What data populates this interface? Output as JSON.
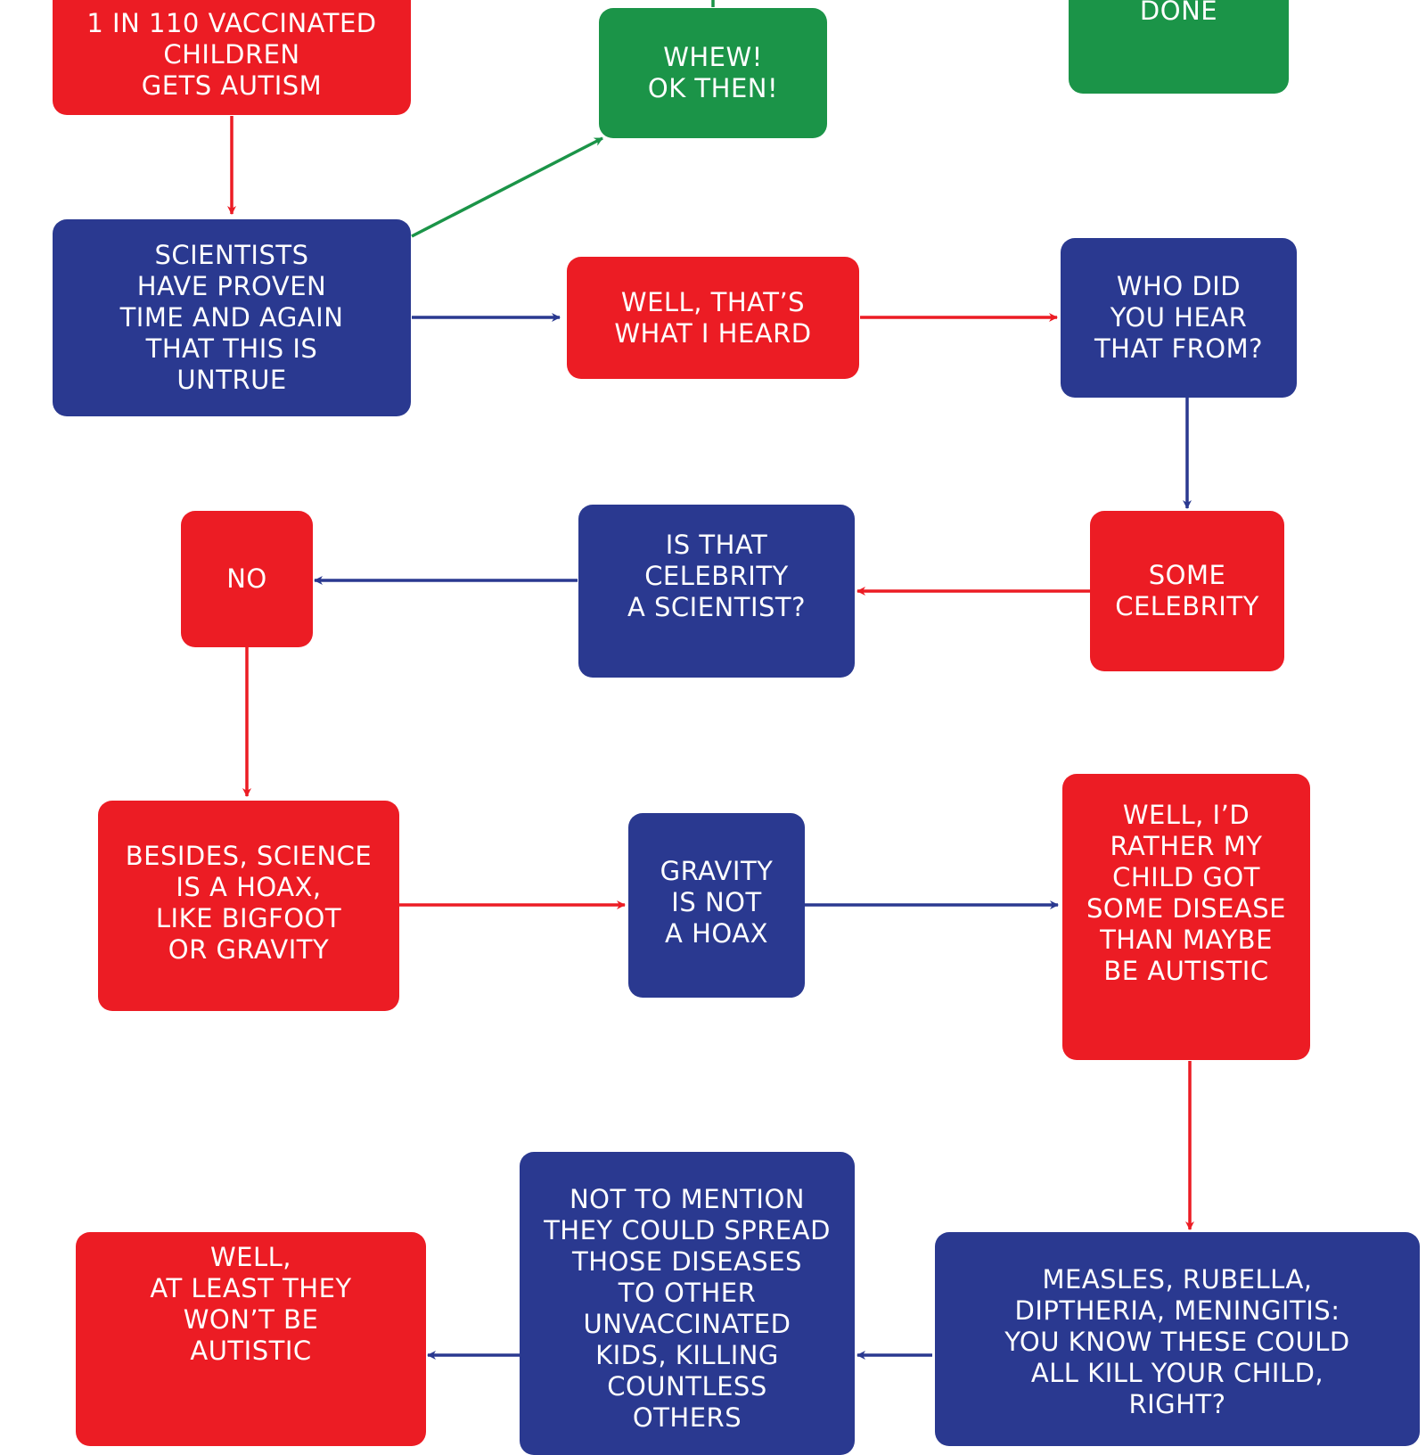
{
  "colors": {
    "red": "#ec1c24",
    "blue": "#2a3990",
    "green": "#1b9448"
  },
  "nodes": {
    "vaccinated": "1 IN 110 VACCINATED\nCHILDREN\nGETS AUTISM",
    "whew": "WHEW!\nOK THEN!",
    "done": "DONE",
    "scientists": "SCIENTISTS\nHAVE PROVEN\nTIME AND AGAIN\nTHAT THIS IS\nUNTRUE",
    "heard": "WELL, THAT’S\nWHAT I HEARD",
    "who": "WHO DID\nYOU HEAR\nTHAT FROM?",
    "no": "NO",
    "is_scientist": "IS THAT\nCELEBRITY\nA SCIENTIST?",
    "celebrity": "SOME\nCELEBRITY",
    "besides": "BESIDES, SCIENCE\nIS A HOAX,\nLIKE BIGFOOT\nOR GRAVITY",
    "gravity": "GRAVITY\nIS NOT\nA HOAX",
    "rather": "WELL, I’D\nRATHER MY\nCHILD GOT\nSOME DISEASE\nTHAN MAYBE\nBE AUTISTIC",
    "at_least": "WELL,\nAT LEAST THEY\nWON’T BE\nAUTISTIC",
    "mention": "NOT TO MENTION\nTHEY COULD SPREAD\nTHOSE DISEASES\nTO OTHER\nUNVACCINATED\nKIDS, KILLING\nCOUNTLESS\nOTHERS",
    "measles": "MEASLES, RUBELLA,\nDIPTHERIA, MENINGITIS:\nYOU KNOW THESE COULD\nALL KILL YOUR CHILD,\nRIGHT?"
  }
}
